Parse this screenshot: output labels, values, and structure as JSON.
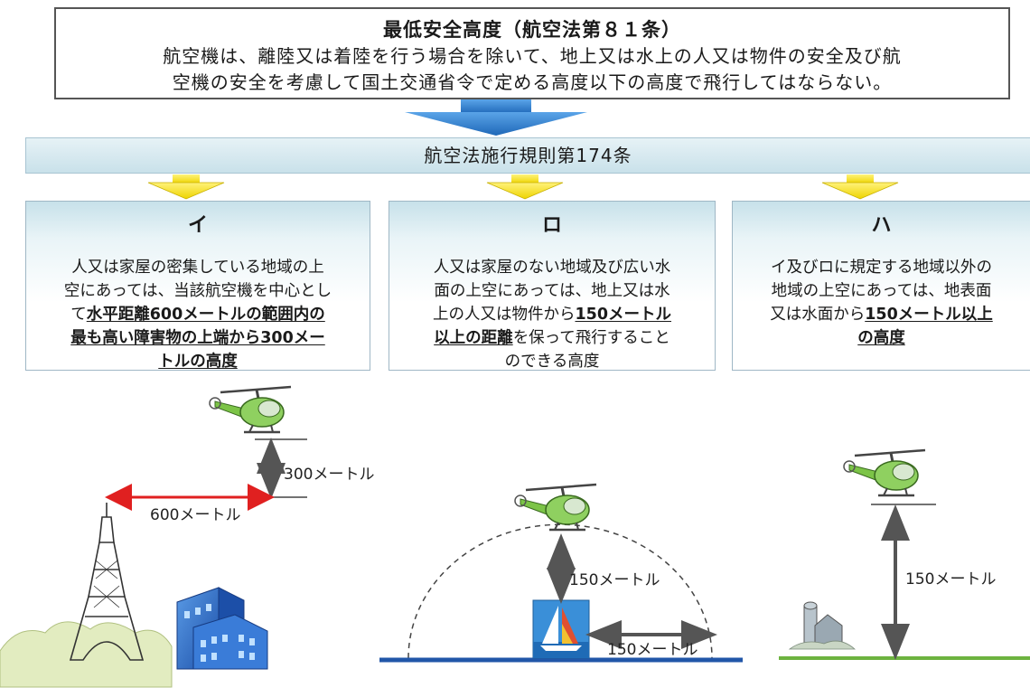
{
  "law": {
    "title": "最低安全高度（航空法第８１条）",
    "line1": "航空機は、離陸又は着陸を行う場合を除いて、地上又は水上の人又は物件の安全及び航",
    "line2": "空機の安全を考慮して国土交通省令で定める高度以下の高度で飛行してはならない。"
  },
  "regulation": {
    "title": "航空法施行規則第174条"
  },
  "cases": [
    {
      "label": "イ",
      "lines": [
        [
          "人又は家屋の密集している地域の上"
        ],
        [
          "空にあっては、当該航空機を中心とし"
        ],
        [
          "て",
          "水平距離600メートルの範囲内の"
        ],
        [
          "最も高い障害物の上端から300メー"
        ],
        [
          "トルの高度"
        ]
      ]
    },
    {
      "label": "ロ",
      "lines": [
        [
          "人又は家屋のない地域及び広い水"
        ],
        [
          "面の上空にあっては、地上又は水"
        ],
        [
          "上の人又は物件から",
          "150メートル"
        ],
        [
          "以上の距離",
          "を保って飛行すること"
        ],
        [
          "のできる高度"
        ]
      ]
    },
    {
      "label": "ハ",
      "lines": [
        [
          "イ及びロに規定する地域以外の"
        ],
        [
          "地域の上空にあっては、地表面"
        ],
        [
          "又は水面から",
          "150メートル以上"
        ],
        [
          "の高度"
        ]
      ]
    }
  ],
  "illustrations": {
    "case_i_vertical": "300メートル",
    "case_i_horizontal": "600メートル",
    "case_ro_vertical": "150メートル",
    "case_ro_horizontal": "150メートル",
    "case_ha_vertical": "150メートル"
  },
  "colors": {
    "blue_arrow": "#2f7fd0",
    "yellow_arrow": "#f5e21a",
    "red_arrow": "#e02020",
    "water_line": "#2156a8",
    "ground_line": "#6db33f",
    "box_gradient_top": "#c7e1ea"
  }
}
